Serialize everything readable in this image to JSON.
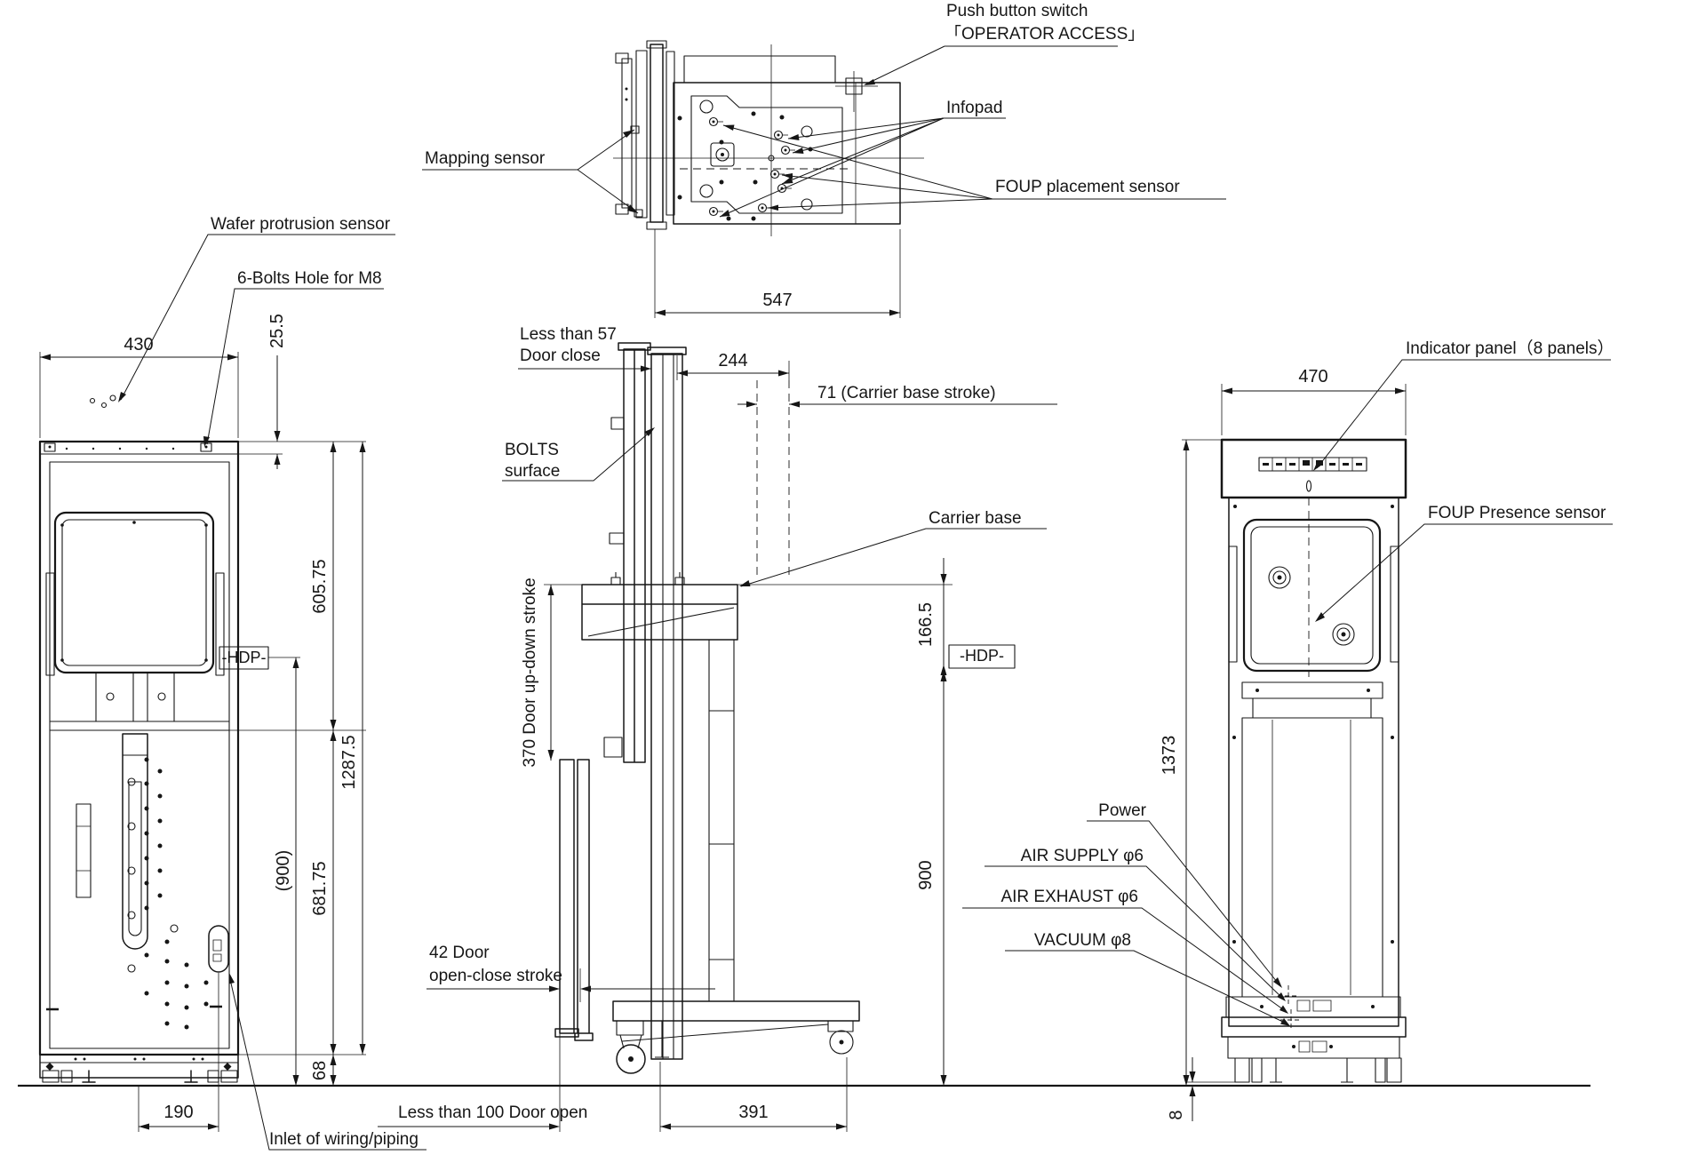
{
  "drawing": {
    "top_view": {
      "labels": {
        "push_button_switch_line1": "Push button switch",
        "push_button_switch_line2": "「OPERATOR ACCESS」",
        "infopad": "Infopad",
        "mapping_sensor": "Mapping sensor",
        "foup_placement_sensor": "FOUP placement sensor"
      },
      "dims": {
        "overall_depth": "547"
      }
    },
    "front_view": {
      "labels": {
        "wafer_protrusion_sensor": "Wafer protrusion sensor",
        "bolts_hole_m8": "6-Bolts Hole for M8",
        "inlet_wiring_piping": "Inlet of wiring/piping",
        "hdp_marker": "-HDP-"
      },
      "dims": {
        "width": "430",
        "bolts_offset": "25.5",
        "upper_height": "605.75",
        "overall_height": "1287.5",
        "hdp_height_ref": "(900)",
        "lower_height": "681.75",
        "base_height": "68",
        "inlet_offset": "190"
      }
    },
    "side_view": {
      "labels": {
        "door_close_line1": "Less than 57",
        "door_close_line2": "Door close",
        "carrier_base_stroke": "71 (Carrier base stroke)",
        "bolts_surface_line1": "BOLTS",
        "bolts_surface_line2": "surface",
        "carrier_base": "Carrier base",
        "hdp_marker": "-HDP-",
        "door_updown_stroke": "370 Door up-down stroke",
        "door_openclose_line1": "42 Door",
        "door_openclose_line2": "open-close stroke",
        "door_open": "Less than 100 Door open"
      },
      "dims": {
        "depth": "244",
        "carrier_base_height": "166.5",
        "hdp_height": "900",
        "base_depth": "391"
      }
    },
    "rear_view": {
      "labels": {
        "indicator_panel": "Indicator panel（8 panels）",
        "foup_presence_sensor": "FOUP Presence sensor",
        "power": "Power",
        "air_supply": "AIR SUPPLY φ6",
        "air_exhaust": "AIR EXHAUST φ6",
        "vacuum": "VACUUM φ8"
      },
      "dims": {
        "width": "470",
        "overall_height": "1373",
        "floor_clearance": "8"
      }
    }
  }
}
